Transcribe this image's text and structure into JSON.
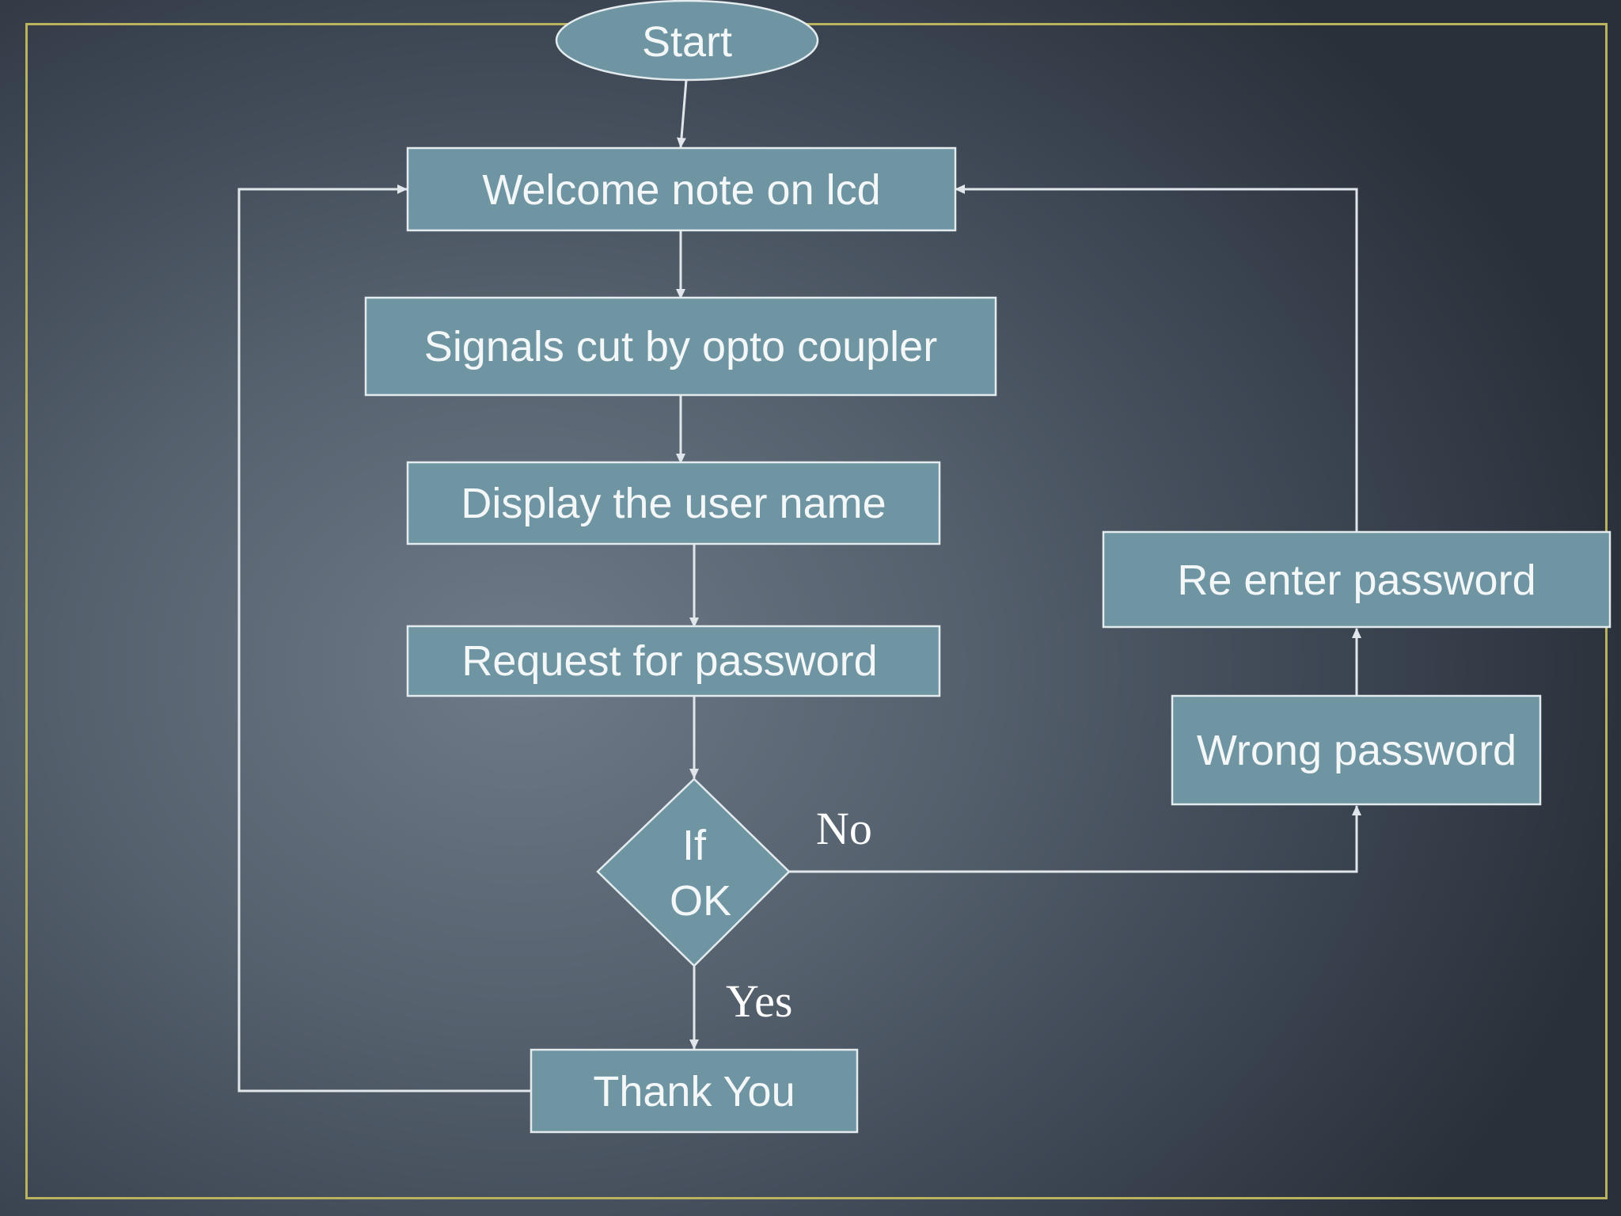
{
  "nodes": {
    "start": "Start",
    "welcome": "Welcome note on lcd",
    "signals": "Signals cut by opto coupler",
    "display": "Display the user name",
    "request": "Request for password",
    "decision_line1": "If",
    "decision_line2": "OK",
    "thank_you": "Thank You",
    "wrong": "Wrong password",
    "reenter": "Re enter password"
  },
  "branch_labels": {
    "no": "No",
    "yes": "Yes"
  },
  "colors": {
    "node_fill": "#6f95a3",
    "frame_border": "#b9b35e",
    "connector": "#e0e6e9"
  }
}
